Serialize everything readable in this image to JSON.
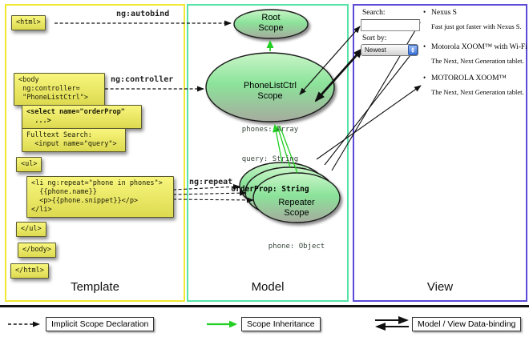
{
  "columns": {
    "template": {
      "label": "Template"
    },
    "model": {
      "label": "Model"
    },
    "view": {
      "label": "View"
    }
  },
  "template": {
    "boxes": {
      "html_open": "<html>",
      "body_open": "<body\n ng:controller=\n \"PhoneListCtrl\">",
      "select": "<select name=\"orderProp\"\n  ...>",
      "fulltext": "Fulltext Search:\n  <input name=\"query\">",
      "ul_open": "<ul>",
      "li_repeat": "<li ng:repeat=\"phone in phones\">\n  {{phone.name}}\n  <p>{{phone.snippet}}</p>\n</li>",
      "ul_close": "</ul>",
      "body_close": "</body>",
      "html_close": "</html>"
    },
    "labels": {
      "autobind": "ng:autobind",
      "controller": "ng:controller",
      "repeat": "ng:repeat"
    }
  },
  "model": {
    "root_scope": {
      "title": "Root\nScope"
    },
    "phonelist_scope": {
      "title": "PhoneListCtrl\nScope",
      "prop1": "phones: Array",
      "prop2": "query: String",
      "prop3": "orderProp: String"
    },
    "repeater_scope": {
      "title": "Repeater\nScope",
      "prop": "phone: Object"
    }
  },
  "view": {
    "search_label": "Search:",
    "sort_label": "Sort by:",
    "sort_value": "Newest",
    "items": [
      {
        "title": "Nexus S",
        "desc": "Fast just got faster with Nexus S."
      },
      {
        "title": "Motorola XOOM™ with Wi-Fi",
        "desc": "The Next, Next Generation tablet."
      },
      {
        "title": "MOTOROLA XOOM™",
        "desc": "The Next, Next Generation tablet."
      }
    ]
  },
  "legend": {
    "implicit": "Implicit Scope Declaration",
    "inheritance": "Scope Inheritance",
    "databinding": "Model / View Data-binding"
  },
  "colors": {
    "template_border": "#f0e832",
    "model_border": "#55e3a7",
    "view_border": "#5b4bd8",
    "scope_fill_top": "#c9f5c8",
    "scope_fill_mid": "#8ce39a",
    "scope_fill_bottom": "#a6ab9e",
    "box_yellow": "#f2ef5e",
    "inheritance_green": "#22cf22"
  }
}
